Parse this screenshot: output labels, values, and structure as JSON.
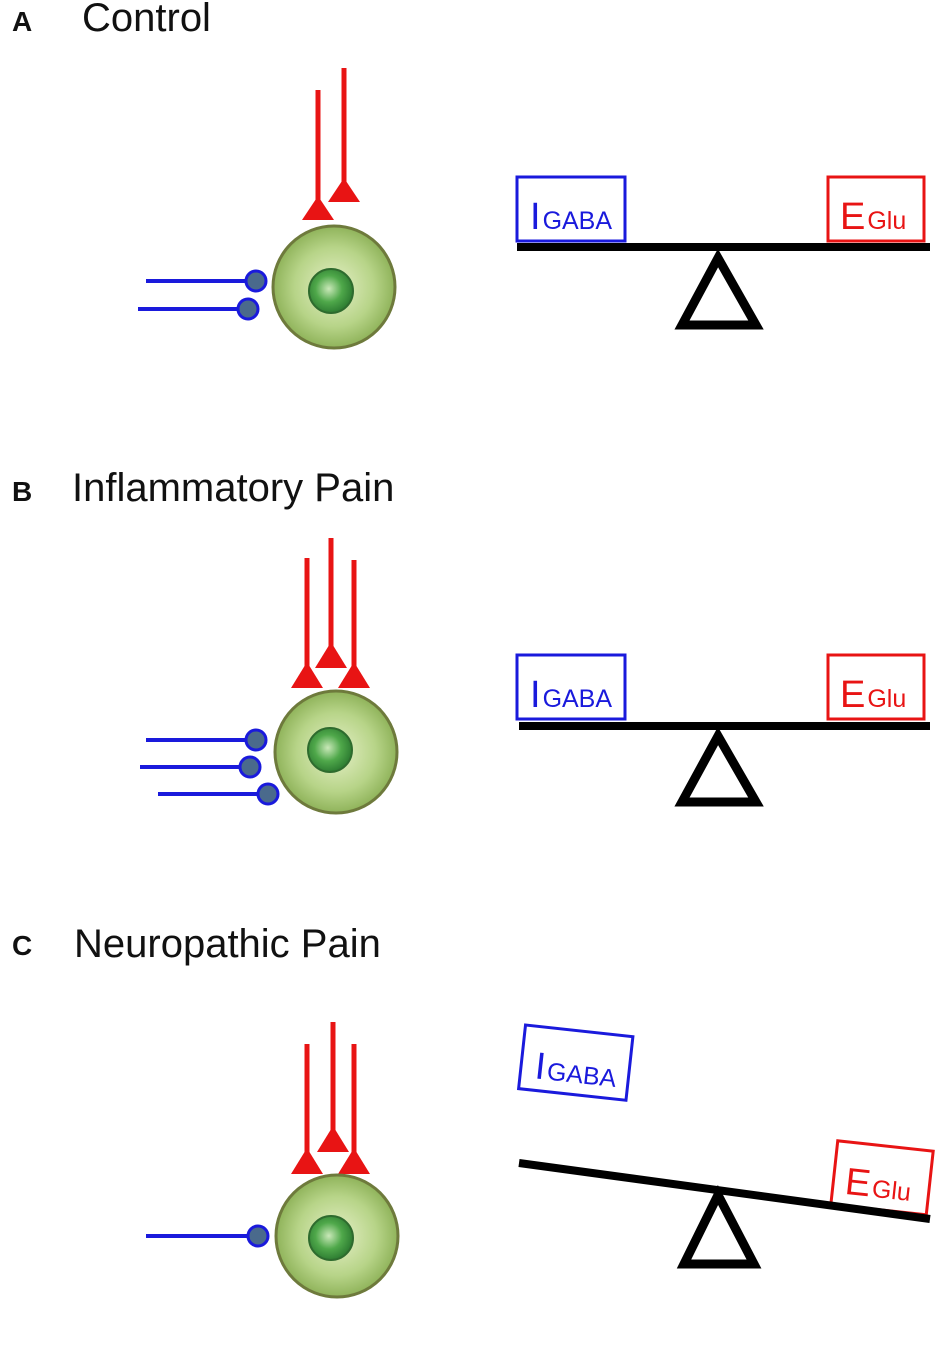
{
  "colors": {
    "inhibitory": "#1a1adc",
    "excitatory": "#e81414",
    "terminal_fill": "#4a6a8c",
    "cell_outer": "#a9c97a",
    "cell_outer_stroke": "#6e7a3c",
    "cell_nucleus": "#3e9a3e",
    "beam": "#000000"
  },
  "labels": {
    "inhibitory": {
      "main": "I",
      "sub": "GABA"
    },
    "excitatory": {
      "main": "E",
      "sub": "Glu"
    }
  },
  "panels": [
    {
      "id": "A",
      "letter": "A",
      "title": "Control",
      "inhibitory_inputs": 2,
      "excitatory_inputs": 2,
      "balance": "level"
    },
    {
      "id": "B",
      "letter": "B",
      "title": "Inflammatory Pain",
      "inhibitory_inputs": 3,
      "excitatory_inputs": 3,
      "balance": "level"
    },
    {
      "id": "C",
      "letter": "C",
      "title": "Neuropathic Pain",
      "inhibitory_inputs": 1,
      "excitatory_inputs": 3,
      "balance": "tilted-toward-excitation"
    }
  ]
}
